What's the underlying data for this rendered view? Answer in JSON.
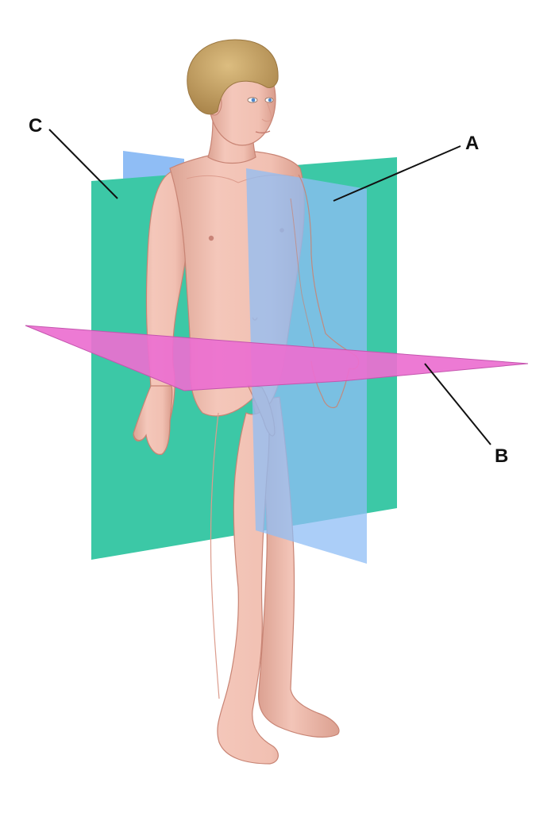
{
  "diagram": {
    "labels": {
      "a": "A",
      "b": "B",
      "c": "C"
    },
    "colors": {
      "frontal_plane": "#3cc8a6",
      "sagittal_plane": "#8fbdf5",
      "transverse_plane": "#ec6fd0",
      "skin": "#f2bfb2",
      "skin_shadow": "#dc9c8d",
      "outline": "#c88474",
      "hair": "#c8a56a",
      "leader_line": "#111111"
    }
  }
}
